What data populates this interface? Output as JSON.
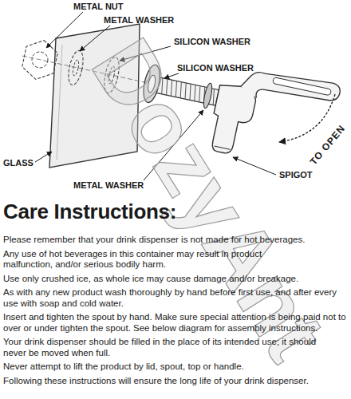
{
  "diagram": {
    "title": "Care Instructions:",
    "labels": [
      "METAL NUT",
      "METAL WASHER",
      "SILICON WASHER",
      "SILICON WASHER",
      "GLASS",
      "TO OPEN",
      "METAL WASHER",
      "SPIGOT",
      "DozyAnt",
      "Please remember that your drink dispenser is not made for hot beverages.",
      "Any use of hot beverages in this container may result in product malfunction, and/or serious bodily harm.",
      "Use only crushed ice, as whole ice may cause damage and/or breakage.",
      "As with any new product wash thoroughly by hand before first use, and after every use with soap and cold water.",
      "Insert and tighten the spout by hand. Make sure special attention is being paid not to over or under tighten the spout. See below diagram for assembly instructions.",
      "Your drink dispenser should be filled in the place of its intended use; it should never be moved when full.",
      "Never attempt to lift the product by lid, spout, top or handle.",
      "Following these instructions will ensure the long life of your drink dispenser."
    ]
  }
}
